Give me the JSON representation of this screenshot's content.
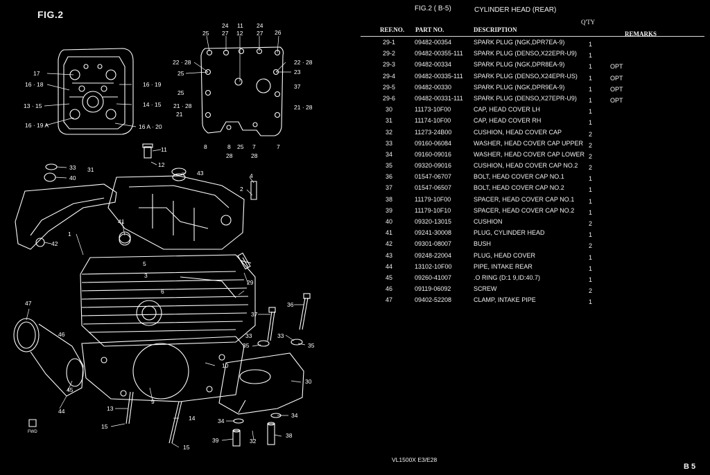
{
  "figure": {
    "label": "FIG.2"
  },
  "callouts": {
    "c24a": "24",
    "c11a": "11",
    "c24b": "24",
    "c25a": "25",
    "c27a": "27",
    "c12a": "12",
    "c27b": "27",
    "c26": "26",
    "c22l": "22 · 28",
    "c22r": "22 · 28",
    "c25b": "25",
    "c23": "23",
    "c37a": "37",
    "c25c": "25",
    "c21l1": "21 · 28",
    "c21l2": "21",
    "c21r": "21 · 28",
    "c8a": "8",
    "c7a": "7",
    "c8b": "8",
    "c25d": "25",
    "c7b": "7",
    "c28a": "28",
    "c28b": "28",
    "c17": "17",
    "c1618": "16 · 18",
    "c1619": "16 · 19",
    "c1315": "13 · 15",
    "c1415": "14 · 15",
    "c1619a": "16 · 19 A",
    "c16a20": "16 A · 20",
    "c11b": "11",
    "c12b": "12",
    "c33a": "33",
    "c31": "31",
    "c43": "43",
    "c40": "40",
    "c4": "4",
    "c2": "2",
    "c42": "42",
    "c41": "41",
    "c1": "1",
    "c5": "5",
    "c3": "3",
    "c6": "6",
    "c29": "29",
    "c47": "47",
    "c36": "36",
    "c37b": "37",
    "c33b": "33",
    "c33c": "33",
    "c35a": "35",
    "c35b": "35",
    "c46": "46",
    "c10": "10",
    "c30": "30",
    "c45": "45",
    "c44": "44",
    "c9": "9",
    "c13": "13",
    "c14": "14",
    "c15a": "15",
    "c15b": "15",
    "c34a": "34",
    "c34b": "34",
    "c39": "39",
    "c32": "32",
    "c38": "38",
    "cFWD": "FWD"
  },
  "parts_list": {
    "figure_ref": "FIG.2 ( B-5)",
    "title": "CYLINDER HEAD (REAR)",
    "qty_header": "Q'TY",
    "columns": {
      "ref": "REF.NO.",
      "part": "PART NO.",
      "desc": "DESCRIPTION",
      "remarks": "REMARKS"
    },
    "rows": [
      {
        "ref": "29-1",
        "part": "09482-00354",
        "desc": "SPARK PLUG (NGK,DPR7EA-9)",
        "qty": "1",
        "remarks": ""
      },
      {
        "ref": "29-2",
        "part": "09482-00355-111",
        "desc": "SPARK PLUG (DENSO,X22EPR-U9)",
        "qty": "1",
        "remarks": ""
      },
      {
        "ref": "29-3",
        "part": "09482-00334",
        "desc": "SPARK PLUG (NGK,DPR8EA-9)",
        "qty": "1",
        "remarks": "OPT"
      },
      {
        "ref": "29-4",
        "part": "09482-00335-111",
        "desc": "SPARK PLUG (DENSO,X24EPR-US)",
        "qty": "1",
        "remarks": "OPT"
      },
      {
        "ref": "29-5",
        "part": "09482-00330",
        "desc": "SPARK PLUG (NGK,DPR9EA-9)",
        "qty": "1",
        "remarks": "OPT"
      },
      {
        "ref": "29-6",
        "part": "09482-00331-111",
        "desc": "SPARK PLUG (DENSO,X27EPR-U9)",
        "qty": "1",
        "remarks": "OPT"
      },
      {
        "ref": "30",
        "part": "11173-10F00",
        "desc": "CAP, HEAD COVER LH",
        "qty": "1",
        "remarks": ""
      },
      {
        "ref": "31",
        "part": "11174-10F00",
        "desc": "CAP, HEAD COVER RH",
        "qty": "1",
        "remarks": ""
      },
      {
        "ref": "32",
        "part": "11273-24B00",
        "desc": "CUSHION, HEAD COVER CAP",
        "qty": "2",
        "remarks": ""
      },
      {
        "ref": "33",
        "part": "09160-06084",
        "desc": "WASHER, HEAD COVER CAP UPPER",
        "qty": "2",
        "remarks": ""
      },
      {
        "ref": "34",
        "part": "09160-09016",
        "desc": "WASHER, HEAD COVER CAP LOWER",
        "qty": "2",
        "remarks": ""
      },
      {
        "ref": "35",
        "part": "09320-09016",
        "desc": "CUSHION, HEAD COVER CAP NO.2",
        "qty": "2",
        "remarks": ""
      },
      {
        "ref": "36",
        "part": "01547-06707",
        "desc": "BOLT, HEAD COVER CAP NO.1",
        "qty": "1",
        "remarks": ""
      },
      {
        "ref": "37",
        "part": "01547-06507",
        "desc": "BOLT, HEAD COVER CAP NO.2",
        "qty": "1",
        "remarks": ""
      },
      {
        "ref": "38",
        "part": "11179-10F00",
        "desc": "SPACER, HEAD COVER CAP NO.1",
        "qty": "1",
        "remarks": ""
      },
      {
        "ref": "39",
        "part": "11179-10F10",
        "desc": "SPACER, HEAD COVER CAP NO.2",
        "qty": "1",
        "remarks": ""
      },
      {
        "ref": "40",
        "part": "09320-13015",
        "desc": "CUSHION",
        "qty": "2",
        "remarks": ""
      },
      {
        "ref": "41",
        "part": "09241-30008",
        "desc": "PLUG, CYLINDER HEAD",
        "qty": "1",
        "remarks": ""
      },
      {
        "ref": "42",
        "part": "09301-08007",
        "desc": "BUSH",
        "qty": "2",
        "remarks": ""
      },
      {
        "ref": "43",
        "part": "09248-22004",
        "desc": "PLUG, HEAD COVER",
        "qty": "1",
        "remarks": ""
      },
      {
        "ref": "44",
        "part": "13102-10F00",
        "desc": "PIPE, INTAKE REAR",
        "qty": "1",
        "remarks": ""
      },
      {
        "ref": "45",
        "part": "09260-41007",
        "desc": ".O RING (D:1 9,ID:40.7)",
        "qty": "1",
        "remarks": ""
      },
      {
        "ref": "46",
        "part": "09119-06092",
        "desc": "SCREW",
        "qty": "2",
        "remarks": ""
      },
      {
        "ref": "47",
        "part": "09402-52208",
        "desc": "CLAMP, INTAKE PIPE",
        "qty": "1",
        "remarks": ""
      }
    ]
  },
  "footer": {
    "model": "VL1500X  E3/E28",
    "page": "B 5"
  }
}
